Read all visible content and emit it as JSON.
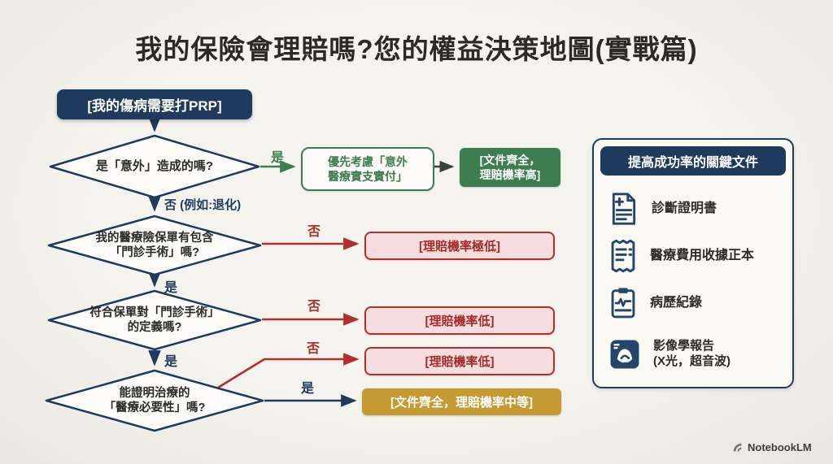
{
  "title": "我的保險會理賠嗎?您的權益決策地圖(實戰篇)",
  "flow": {
    "start_label": "[我的傷病需要打PRP]",
    "d1_text": "是「意外」造成的嗎?",
    "d1_yes": "是",
    "d1_no": "否 (例如:退化)",
    "advice_accident": "優先考慮「意外\n醫療實支實付」",
    "outcome_high": "[文件齊全，\n理賠機率高]",
    "d2_text": "我的醫療險保單有包含\n「門診手術」嗎?",
    "d2_no": "否",
    "d2_yes": "是",
    "outcome_very_low": "[理賠機率極低]",
    "d3_text": "符合保單對「門診手術」\n的定義嗎?",
    "d3_no": "否",
    "d3_yes": "是",
    "outcome_low_1": "[理賠機率低]",
    "d4_text": "能證明治療的\n「醫療必要性」嗎?",
    "d4_no": "否",
    "d4_yes": "是",
    "outcome_low_2": "[理賠機率低]",
    "outcome_medium": "[文件齊全，理賠機率中等]"
  },
  "panel": {
    "title": "提高成功率的關鍵文件",
    "items": [
      {
        "icon": "diagnosis-certificate-icon",
        "label": "診斷證明書"
      },
      {
        "icon": "medical-receipt-icon",
        "label": "醫療費用收據正本"
      },
      {
        "icon": "medical-record-icon",
        "label": "病歷紀錄"
      },
      {
        "icon": "imaging-report-icon",
        "label": "影像學報告\n(X光，超音波)"
      }
    ]
  },
  "brand": {
    "name": "NotebookLM"
  },
  "colors": {
    "navy": "#1f3a5c",
    "green": "#3e7d4f",
    "red": "#b03030",
    "red_fill": "#f7dede",
    "red_text": "#a42a2a",
    "gold": "#c59a32",
    "background": "#f2f0ea"
  }
}
